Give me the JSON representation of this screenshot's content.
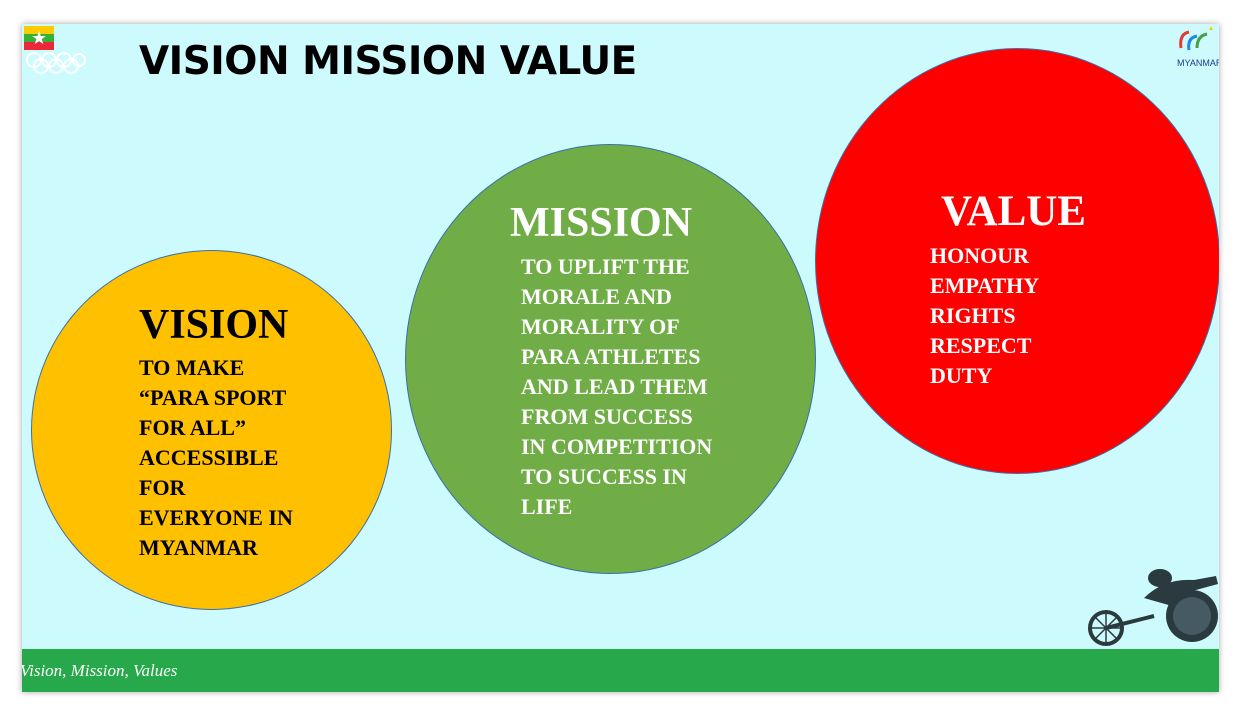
{
  "title": "VISION MISSION VALUE",
  "logo": {
    "text": "MYANMAR"
  },
  "vision": {
    "heading": "VISION",
    "lines": [
      "TO MAKE",
      "“PARA SPORT",
      "FOR ALL”",
      "ACCESSIBLE",
      "FOR",
      "EVERYONE IN",
      "MYANMAR"
    ]
  },
  "mission": {
    "heading": "MISSION",
    "lines": [
      "TO UPLIFT THE",
      "MORALE AND",
      "MORALITY OF",
      "PARA ATHLETES",
      "AND LEAD THEM",
      "FROM SUCCESS",
      "IN COMPETITION",
      "TO SUCCESS IN",
      "LIFE"
    ]
  },
  "value": {
    "heading": "VALUE",
    "lines": [
      "HONOUR",
      "EMPATHY",
      "RIGHTS",
      "RESPECT",
      "DUTY"
    ]
  },
  "footer": {
    "text": "Vision, Mission,  Values"
  },
  "colors": {
    "background": "#cdfbfd",
    "vision": "#ffc000",
    "mission": "#70ad47",
    "value": "#ff0000",
    "ground": "#27a84a"
  },
  "icons": [
    "myanmar-flag-icon",
    "olympic-rings-icon",
    "paralympic-logo-icon",
    "wheelchair-racer-icon"
  ]
}
